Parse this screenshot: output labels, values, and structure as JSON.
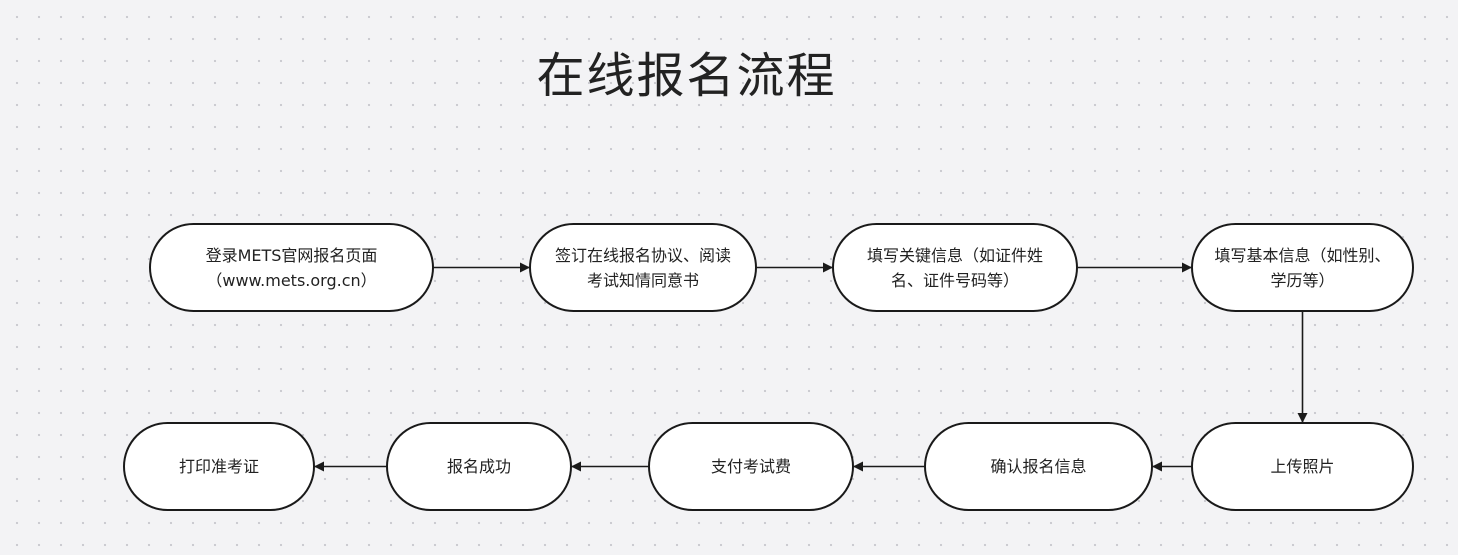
{
  "title": "在线报名流程",
  "steps": [
    {
      "id": "s1",
      "label": "登录METS官网报名页面（www.mets.org.cn）"
    },
    {
      "id": "s2",
      "label": "签订在线报名协议、阅读考试知情同意书"
    },
    {
      "id": "s3",
      "label": "填写关键信息（如证件姓名、证件号码等）"
    },
    {
      "id": "s4",
      "label": "填写基本信息（如性别、学历等）"
    },
    {
      "id": "s5",
      "label": "上传照片"
    },
    {
      "id": "s6",
      "label": "确认报名信息"
    },
    {
      "id": "s7",
      "label": "支付考试费"
    },
    {
      "id": "s8",
      "label": "报名成功"
    },
    {
      "id": "s9",
      "label": "打印准考证"
    }
  ],
  "connections": [
    {
      "from": "s1",
      "to": "s2"
    },
    {
      "from": "s2",
      "to": "s3"
    },
    {
      "from": "s3",
      "to": "s4"
    },
    {
      "from": "s4",
      "to": "s5"
    },
    {
      "from": "s5",
      "to": "s6"
    },
    {
      "from": "s6",
      "to": "s7"
    },
    {
      "from": "s7",
      "to": "s8"
    },
    {
      "from": "s8",
      "to": "s9"
    }
  ],
  "colors": {
    "background": "#f3f3f5",
    "node_fill": "#ffffff",
    "stroke": "#1a1a1a",
    "text": "#222222"
  }
}
